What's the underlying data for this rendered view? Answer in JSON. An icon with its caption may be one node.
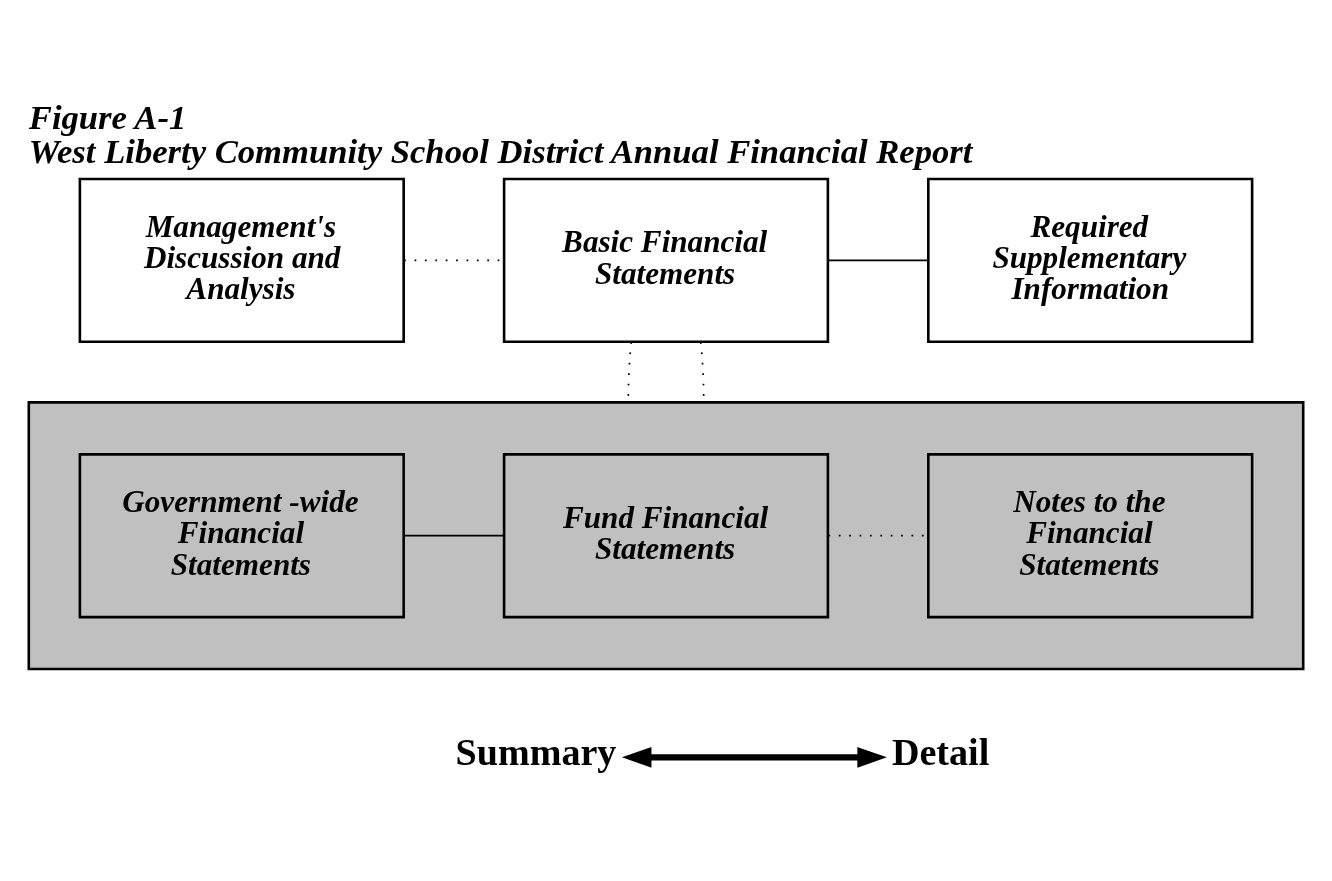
{
  "diagram": {
    "title": "Figure A-1",
    "caption": "West Liberty Community School District Annual Financial Report",
    "nodes": [
      {
        "text": [
          "Management's Discussion and Analysis"
        ]
      },
      {
        "text": [
          "Basic Financial Statements"
        ]
      },
      {
        "text": [
          "Required Supplementary Information"
        ]
      },
      {
        "text": [],
        "shape": "box"
      },
      {
        "text": [
          "Government -wide Financial Statements"
        ],
        "in": 3
      },
      {
        "text": [
          "Fund Financial Statements"
        ],
        "in": 3
      },
      {
        "text": [
          "Notes to the Financial Statements"
        ],
        "in": 3
      },
      {
        "text": [
          "Summary"
        ]
      },
      {
        "text": [
          "Detail"
        ]
      }
    ],
    "edges": [
      {
        "from": 1,
        "to": 0,
        "arrow": "none",
        "style": "dashed"
      },
      {
        "from": 1,
        "to": 2,
        "arrow": "none"
      },
      {
        "from": 1,
        "to": 3,
        "arrow": "none",
        "style": "dashed"
      },
      {
        "from": 1,
        "to": 3,
        "arrow": "none",
        "style": "dashed"
      },
      {
        "from": 4,
        "to": 5,
        "arrow": "none"
      },
      {
        "from": 5,
        "to": 6,
        "arrow": "none",
        "style": "dashed"
      },
      {
        "from": 7,
        "to": 8,
        "arrow": "both",
        "style": "thick"
      }
    ]
  }
}
